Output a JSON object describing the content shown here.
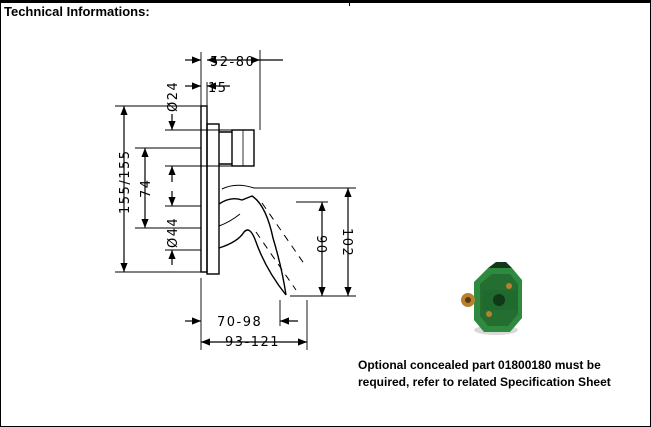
{
  "header": {
    "title": "Technical Informations:"
  },
  "dimensions": {
    "d1": "52-80",
    "d2": "15",
    "d3": "Ø24",
    "d4": "155/155",
    "d5": "74",
    "d6": "Ø44",
    "d7": "90",
    "d8": "102",
    "d9": "70-98",
    "d10": "93-121"
  },
  "note": {
    "line1": "Optional concealed part 01800180 must be",
    "line2": "required, refer to related Specification Sheet"
  },
  "colors": {
    "part_body": "#2e8a3e",
    "part_dark": "#12381a",
    "part_brass": "#b8812e"
  }
}
